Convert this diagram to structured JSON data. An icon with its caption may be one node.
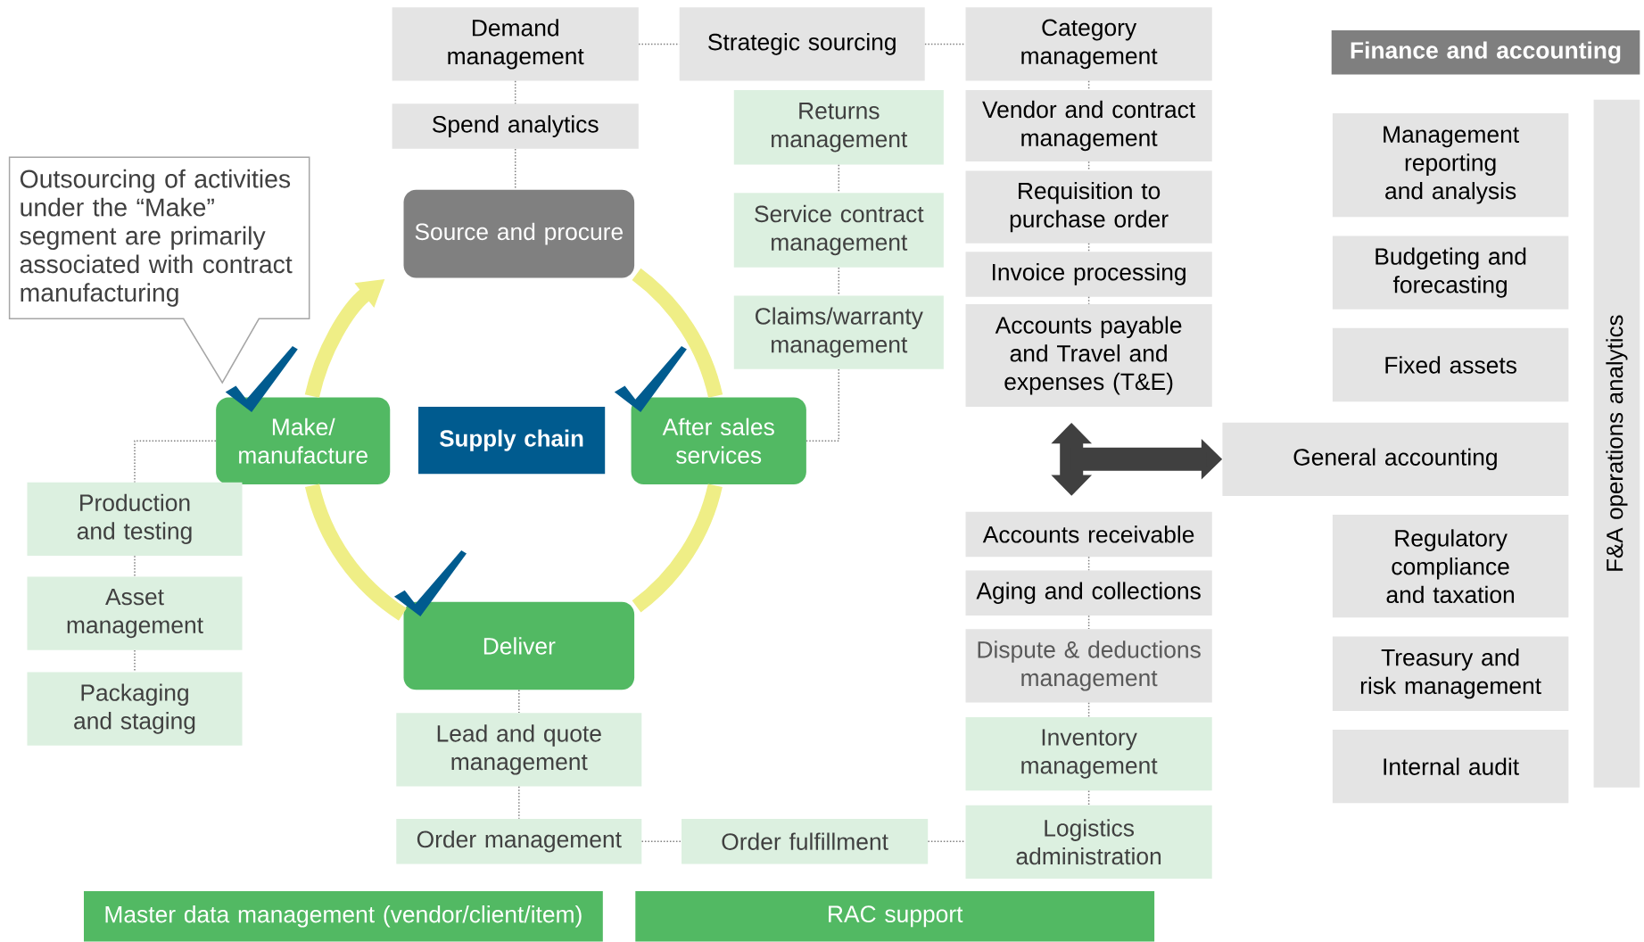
{
  "diagram": {
    "nodes": [
      {
        "text": [
          "Demand management"
        ]
      },
      {
        "text": [
          "Strategic sourcing"
        ]
      },
      {
        "text": [
          "Category management"
        ]
      },
      {
        "text": [
          "Spend analytics"
        ]
      },
      {
        "text": [
          "Returns management"
        ]
      },
      {
        "text": [
          "Vendor and contract management"
        ]
      },
      {
        "text": [
          "Source and procure"
        ]
      },
      {
        "text": [
          "Service contract management"
        ]
      },
      {
        "text": [
          "Requisition to purchase order"
        ]
      },
      {
        "text": [
          "Outsourcing of activities under  the “Make” segment are primarily associated with contract manufacturing"
        ]
      },
      {
        "text": [
          "Invoice processing"
        ]
      },
      {
        "text": [
          "Claims/warranty management"
        ]
      },
      {
        "text": [
          "Accounts payable and Travel and expenses (T&E)"
        ]
      },
      {
        "text": [
          "Finance and accounting"
        ]
      },
      {
        "text": [
          "Management reporting and analysis"
        ]
      },
      {
        "text": [
          "Budgeting and forecasting"
        ]
      },
      {
        "text": [
          "Fixed assets"
        ]
      },
      {
        "text": [
          "F&A operations analytics"
        ]
      },
      {
        "text": [
          "Make/ manufacture"
        ]
      },
      {
        "text": [
          "Supply chain"
        ]
      },
      {
        "text": [
          "After sales services"
        ]
      },
      {
        "text": [
          "General accounting"
        ]
      },
      {
        "text": [
          "Production and testing"
        ]
      },
      {
        "text": [
          "Accounts receivable"
        ]
      },
      {
        "text": [
          "Asset management"
        ]
      },
      {
        "text": [
          "Aging and collections"
        ]
      },
      {
        "text": [
          "Deliver"
        ]
      },
      {
        "text": [
          "Dispute & deductions management"
        ]
      },
      {
        "text": [
          "Packaging and staging"
        ]
      },
      {
        "text": [
          "Lead and quote management"
        ]
      },
      {
        "text": [
          "Inventory management"
        ]
      },
      {
        "text": [
          "Regulatory compliance and taxation"
        ]
      },
      {
        "text": [
          "Treasury and risk management"
        ]
      },
      {
        "text": [
          "Internal audit"
        ]
      },
      {
        "text": [
          "Order management"
        ]
      },
      {
        "text": [
          "Order fulfillment"
        ]
      },
      {
        "text": [
          "Logistics administration"
        ]
      },
      {
        "text": [
          "Master data management (vendor/client/item)"
        ]
      },
      {
        "text": [
          "RAC support"
        ]
      }
    ],
    "edges": [
      {
        "from": 0,
        "to": 1,
        "arrow": "none",
        "style": "dashed"
      },
      {
        "from": 1,
        "to": 2,
        "arrow": "none",
        "style": "dashed"
      },
      {
        "from": 0,
        "to": 3,
        "arrow": "none",
        "style": "dashed"
      },
      {
        "from": 3,
        "to": 6,
        "arrow": "none",
        "style": "dashed"
      },
      {
        "from": 2,
        "to": 5,
        "arrow": "none",
        "style": "dashed"
      },
      {
        "from": 5,
        "to": 8,
        "arrow": "none",
        "style": "dashed"
      },
      {
        "from": 8,
        "to": 10,
        "arrow": "none",
        "style": "dashed"
      },
      {
        "from": 10,
        "to": 12,
        "arrow": "none",
        "style": "dashed"
      },
      {
        "from": 4,
        "to": 7,
        "arrow": "none",
        "style": "dashed"
      },
      {
        "from": 7,
        "to": 11,
        "arrow": "none",
        "style": "dashed"
      },
      {
        "from": 11,
        "to": 20,
        "arrow": "none",
        "style": "dashed"
      },
      {
        "from": 18,
        "to": 22,
        "arrow": "none",
        "style": "dashed"
      },
      {
        "from": 22,
        "to": 24,
        "arrow": "none",
        "style": "dashed"
      },
      {
        "from": 24,
        "to": 28,
        "arrow": "none",
        "style": "dashed"
      },
      {
        "from": 26,
        "to": 29,
        "arrow": "none",
        "style": "dashed"
      },
      {
        "from": 29,
        "to": 34,
        "arrow": "none",
        "style": "dashed"
      },
      {
        "from": 34,
        "to": 35,
        "arrow": "none",
        "style": "dashed"
      },
      {
        "from": 35,
        "to": 36,
        "arrow": "none",
        "style": "dashed"
      },
      {
        "from": 23,
        "to": 25,
        "arrow": "none",
        "style": "dashed"
      },
      {
        "from": 25,
        "to": 27,
        "arrow": "none",
        "style": "dashed"
      },
      {
        "from": 27,
        "to": 30,
        "arrow": "none",
        "style": "dashed"
      },
      {
        "from": 30,
        "to": 36,
        "arrow": "none",
        "style": "dashed"
      },
      {
        "from": 18,
        "to": 6,
        "arrow": "to",
        "style": "thick",
        "color": "#efee86"
      },
      {
        "from": 6,
        "to": 20,
        "arrow": "none",
        "style": "thick",
        "color": "#efee86"
      },
      {
        "from": 20,
        "to": 26,
        "arrow": "none",
        "style": "thick",
        "color": "#efee86"
      },
      {
        "from": 26,
        "to": 18,
        "arrow": "none",
        "style": "thick",
        "color": "#efee86"
      },
      {
        "from": 23,
        "to": 12,
        "arrow": "both",
        "style": "thick",
        "color": "#404040"
      },
      {
        "from": null,
        "to": 21,
        "arrow": "to",
        "style": "thick",
        "color": "#404040"
      }
    ]
  }
}
